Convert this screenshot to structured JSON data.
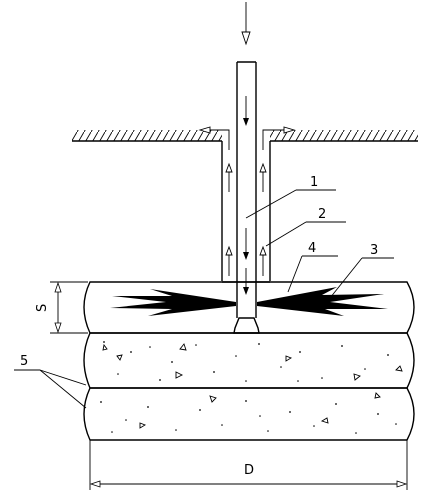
{
  "labels": {
    "pipe": "1",
    "casing": "2",
    "fracture": "3",
    "gap": "4",
    "layers": "5",
    "layer_thickness": "S",
    "diameter": "D"
  },
  "colors": {
    "ink": "#000000",
    "arrow_fill": "#ffffff",
    "background": "#ffffff"
  }
}
